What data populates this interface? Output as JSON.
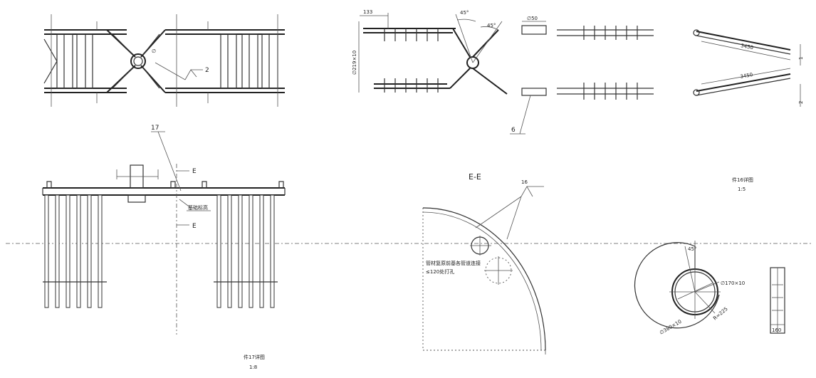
{
  "top_view": {
    "callout": "2",
    "dim_label": "∅"
  },
  "section_top": {
    "dim_133": "133",
    "dim_left": "∅219×10",
    "angle_a": "45°",
    "angle_b": "45°",
    "dim_small": "∅50",
    "callout": "6"
  },
  "side_parts": {
    "dim_top": "3450",
    "dim_bottom": "3450",
    "tick_top": "1",
    "tick_bottom": "2"
  },
  "front_view": {
    "callout": "17",
    "section_mark_top": "E",
    "section_mark_bottom": "E",
    "note": "基础标高"
  },
  "section_ee": {
    "title": "E-E",
    "callout": "16",
    "note_line1": "管材复原前基各管道连接",
    "note_line2": "≤120处打孔"
  },
  "detail_right": {
    "title": "件16详图",
    "scale": "1:5",
    "angle": "45°",
    "dim_hole": "∅170×10",
    "dim_r": "R=225",
    "dim_outer": "∅380×10",
    "plate_dim": "160"
  },
  "bottom_title": {
    "title": "件17详图",
    "scale": "1:8"
  }
}
